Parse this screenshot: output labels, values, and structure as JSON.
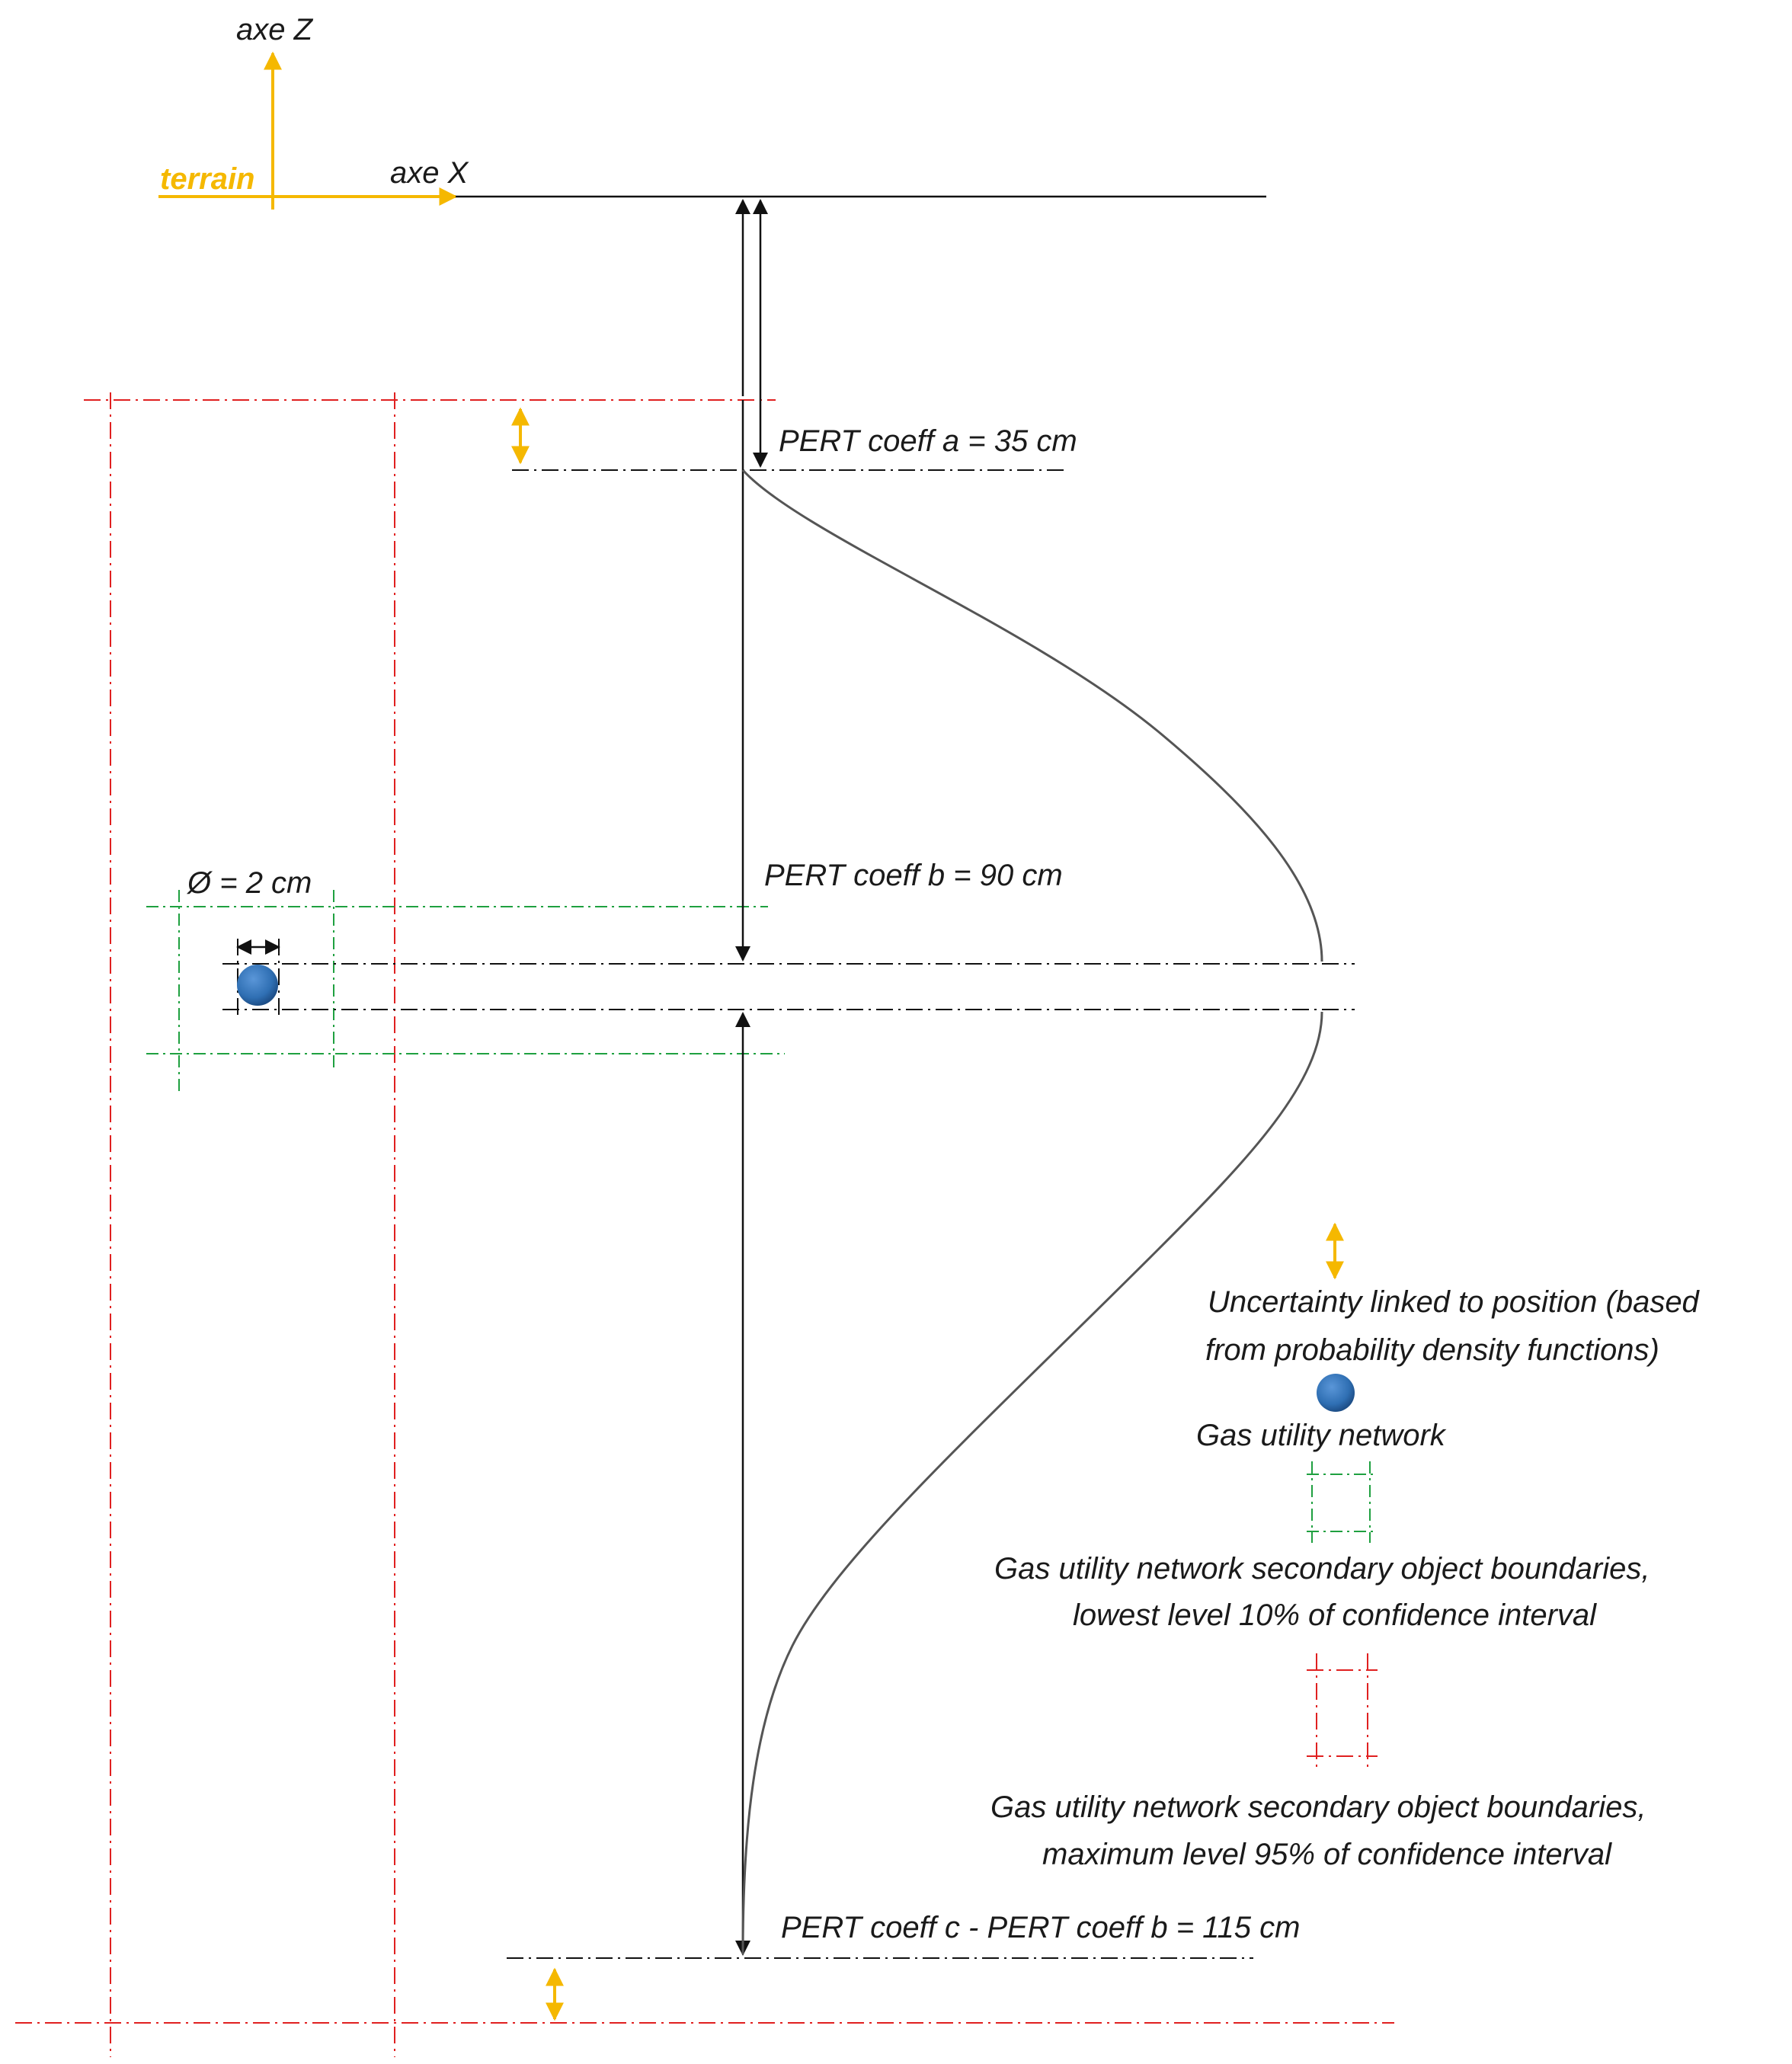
{
  "colors": {
    "axis_orange": "#f5b800",
    "boundary_red": "#e02020",
    "boundary_green": "#1fa040",
    "pipe_blue": "#2f6fb3",
    "line_black": "#111111",
    "curve_gray": "#555555"
  },
  "axes": {
    "z_label": "axe Z",
    "x_label": "axe X",
    "terrain_label": "terrain"
  },
  "annotations": {
    "pert_a": "PERT coeff a = 35 cm",
    "pert_b": "PERT coeff b = 90 cm",
    "pert_c": "PERT coeff c - PERT coeff b = 115 cm",
    "diameter": "Ø = 2 cm"
  },
  "legend": {
    "uncertainty_line1": "Uncertainty linked to position (based",
    "uncertainty_line2": "from probability density functions)",
    "gas_network": "Gas utility network",
    "green_line1": "Gas utility network secondary object boundaries,",
    "green_line2": "lowest level 10% of confidence interval",
    "red_line1": "Gas utility network secondary object boundaries,",
    "red_line2": "maximum level 95% of confidence interval"
  },
  "icons": {
    "uncertainty": "double-arrow-vertical-icon",
    "pipe": "blue-circle-icon",
    "green_box": "green-dash-dot-box-icon",
    "red_box": "red-dash-dot-box-icon"
  }
}
